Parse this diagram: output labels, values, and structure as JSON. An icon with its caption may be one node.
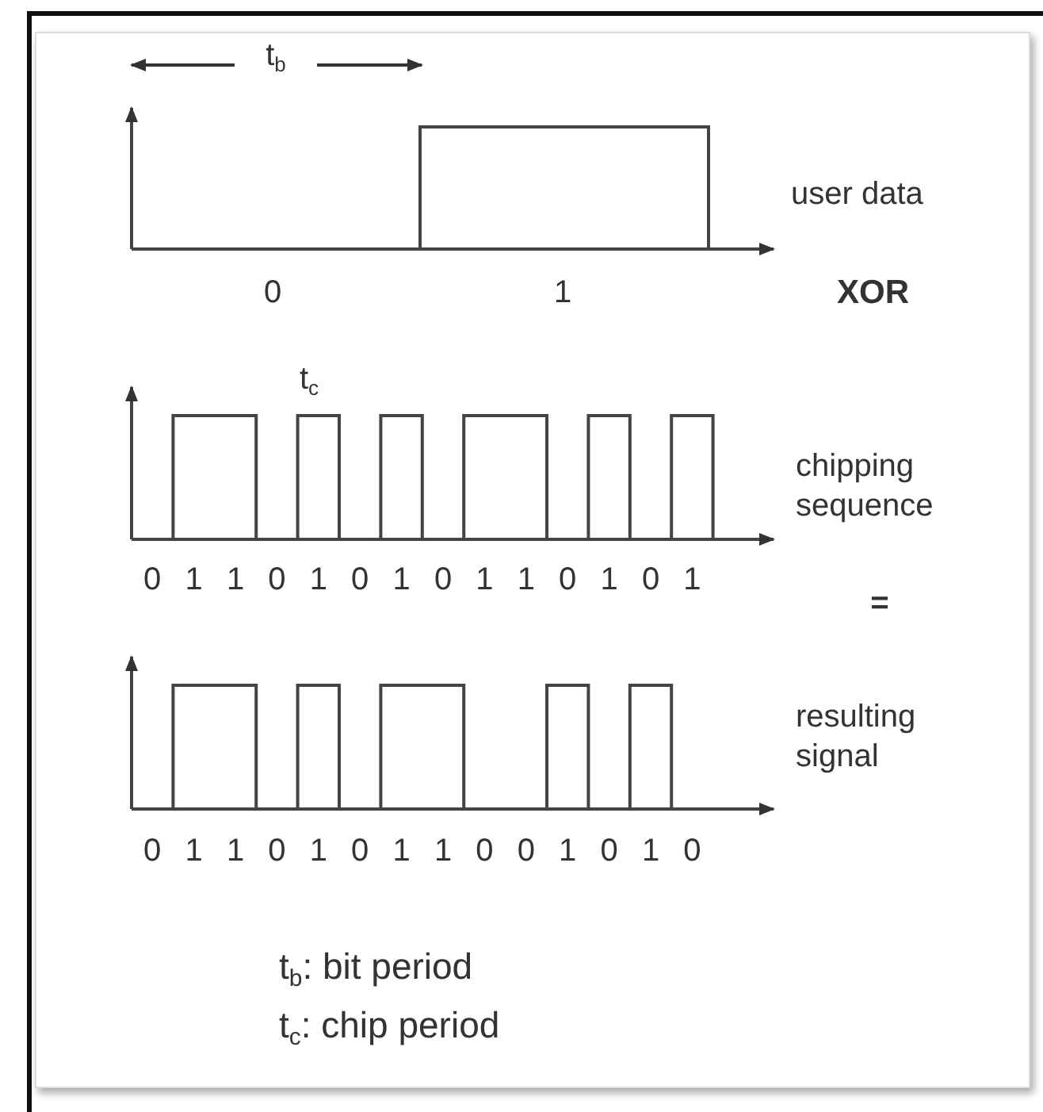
{
  "diagram": {
    "labels": [
      "t$_{b}$",
      "user data",
      "0",
      "1",
      "XOR",
      "t$_{c}$",
      "chipping sequence",
      "0",
      "1",
      "1",
      "0",
      "1",
      "0",
      "1",
      "0",
      "1",
      "1",
      "0",
      "1",
      "0",
      "1",
      "=",
      "resulting signal",
      "0",
      "1",
      "1",
      "0",
      "1",
      "0",
      "1",
      "1",
      "0",
      "0",
      "1",
      "0",
      "1",
      "0",
      "t$_{b}$: bit period",
      "t$_{c}$: chip period"
    ]
  }
}
